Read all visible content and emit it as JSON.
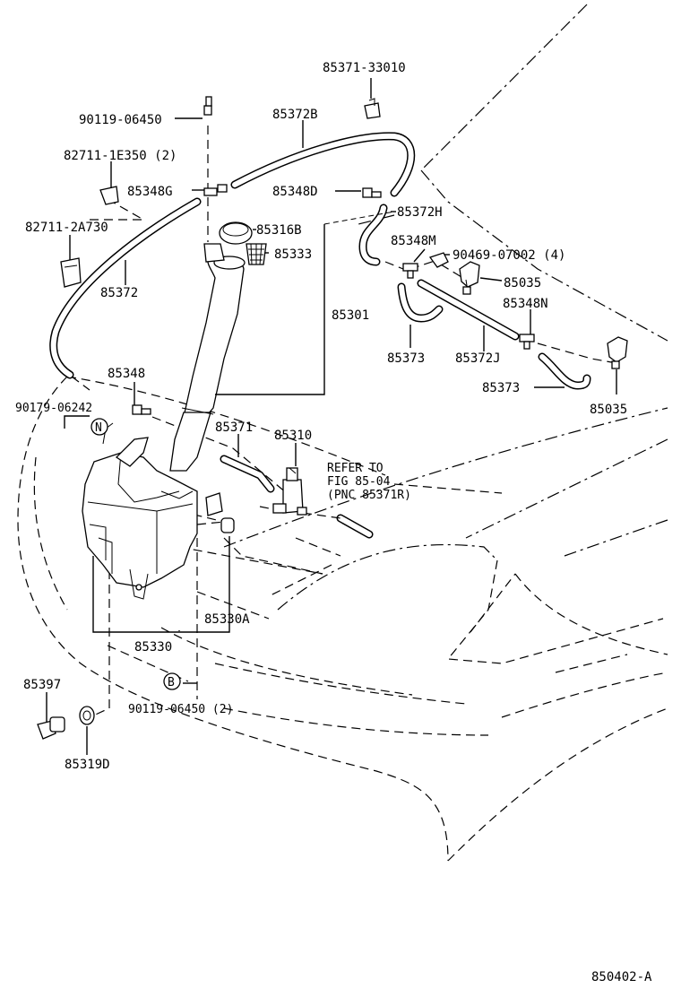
{
  "diagram": {
    "figure_id": "850402-A",
    "labels": {
      "p85371_33010": "85371-33010",
      "p90119_06450": "90119-06450",
      "p85372B": "85372B",
      "p82711_1E350": "82711-1E350 (2)",
      "p85348G": "85348G",
      "p85348D": "85348D",
      "p85316B": "85316B",
      "p85372H": "85372H",
      "p82711_2A730": "82711-2A730",
      "p85333": "85333",
      "p85348M": "85348M",
      "p90469_07002": "90469-07002 (4)",
      "p85035a": "85035",
      "p85348N": "85348N",
      "p85372": "85372",
      "p85301": "85301",
      "p85373a": "85373",
      "p85372J": "85372J",
      "p85348": "85348",
      "p85373b": "85373",
      "p85035b": "85035",
      "p90179_06242": "90179-06242",
      "p85371": "85371",
      "p85310": "85310",
      "refer1": "REFER TO",
      "refer2": "FIG 85-04",
      "refer3": "(PNC 85371R)",
      "p85330A": "85330A",
      "p85330": "85330",
      "p85397": "85397",
      "p90119_06450_2": "90119-06450 (2)",
      "p85319D": "85319D",
      "marker_N": "N",
      "marker_B": "B"
    }
  }
}
